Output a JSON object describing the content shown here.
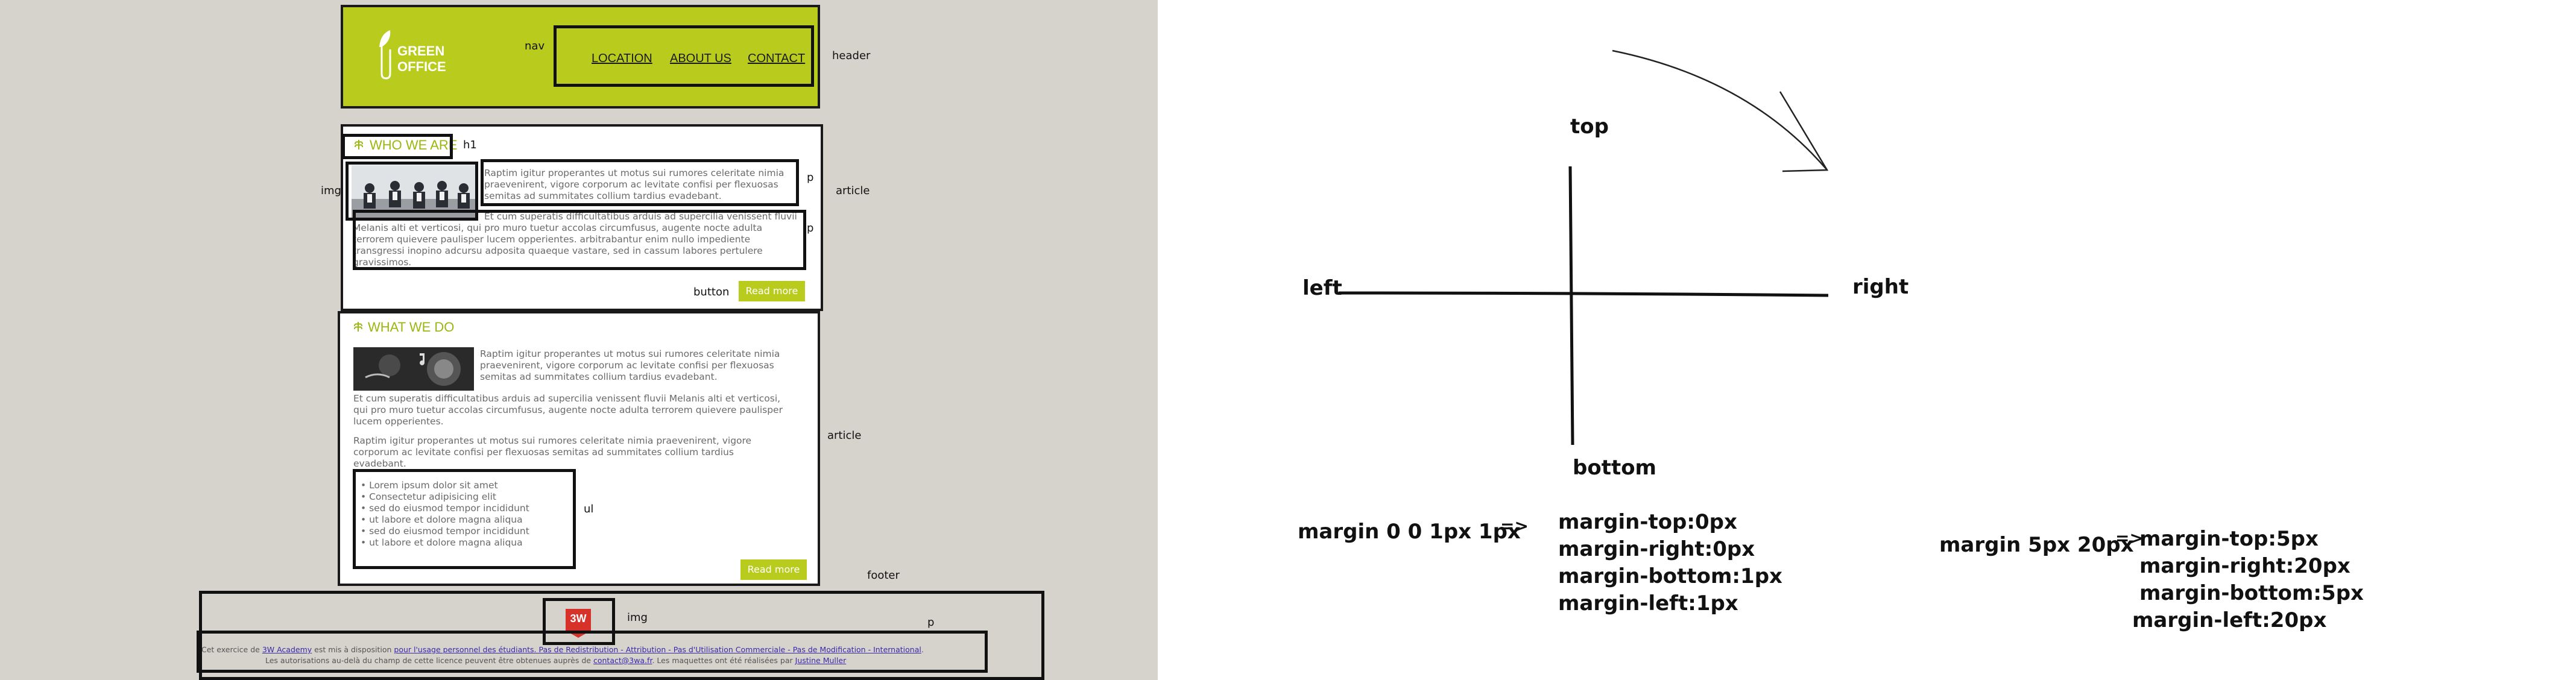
{
  "left": {
    "header": {
      "logo_line1": "GREEN",
      "logo_line2": "OFFICE",
      "nav_items": [
        "LOCATION",
        "ABOUT US",
        "CONTACT"
      ]
    },
    "annotations": {
      "nav": "nav",
      "header": "header",
      "h1": "h1",
      "img": "img",
      "p1": "p",
      "p2": "p",
      "article1": "article",
      "button": "button",
      "article2": "article",
      "ul": "ul",
      "footer": "footer",
      "img_footer": "img",
      "p_footer": "p"
    },
    "who": {
      "title": "WHO WE ARE",
      "p1_lines": [
        "Raptim igitur properantes ut motus sui rumores celeritate nimia",
        "praevenirent, vigore corporum ac levitate confisi per flexuosas",
        "semitas ad summitates collium tardius evadebant."
      ],
      "p2_lines": [
        "Et cum superatis difficultatibus arduis ad supercilia venissent fluvii",
        "Melanis alti et verticosi, qui pro muro tuetur accolas circumfusus, augente nocte adulta",
        "terrorem quievere paulisper lucem opperientes. arbitrabantur enim nullo impediente",
        "transgressi inopino adcursu adposita quaeque vastare, sed in cassum labores pertulere",
        "gravissimos."
      ],
      "button": "Read more"
    },
    "what": {
      "title": "WHAT WE DO",
      "p1_lines": [
        "Raptim igitur properantes ut motus sui rumores celeritate nimia",
        "praevenirent, vigore corporum ac levitate confisi per flexuosas",
        "semitas ad summitates collium tardius evadebant."
      ],
      "p2_lines": [
        "Et cum superatis difficultatibus arduis ad supercilia venissent fluvii Melanis alti et verticosi,",
        "qui pro muro tuetur accolas circumfusus, augente nocte adulta terrorem quievere paulisper",
        "lucem opperientes."
      ],
      "p3_lines": [
        "Raptim igitur properantes ut motus sui rumores celeritate nimia praevenirent, vigore",
        "corporum ac levitate confisi per flexuosas semitas ad summitates collium tardius",
        "evadebant."
      ],
      "list": [
        "Lorem ipsum dolor sit amet",
        "Consectetur adipisicing elit",
        "sed do eiusmod tempor incididunt",
        "ut labore et dolore magna aliqua",
        "sed do eiusmod tempor incididunt",
        "ut labore et dolore magna aliqua"
      ],
      "button": "Read more"
    },
    "footer": {
      "logo_text": "3W",
      "line1_a": "Cet exercice de ",
      "line1_link1": "3W Academy",
      "line1_b": " est mis à disposition ",
      "line1_link2": "pour l'usage personnel des étudiants. Pas de Redistribution - Attribution - Pas d'Utilisation Commerciale - Pas de Modification - International",
      "line1_c": ".",
      "line2_a": "Les autorisations au-delà du champ de cette licence peuvent être obtenues auprès de ",
      "line2_link1": "contact@3wa.fr",
      "line2_b": ". Les maquettes ont été réalisées par ",
      "line2_link2": "Justine Muller"
    }
  },
  "right": {
    "cross": {
      "top": "top",
      "left": "left",
      "right": "right",
      "bottom": "bottom"
    },
    "example1": {
      "shorthand": "margin 0 0 1px 1px",
      "arrow": "=>",
      "lines": [
        "margin-top:0px",
        "margin-right:0px",
        "margin-bottom:1px",
        "margin-left:1px"
      ]
    },
    "example2": {
      "shorthand": "margin 5px 20px",
      "arrow": "=>",
      "lines": [
        "margin-top:5px",
        "margin-right:20px",
        "margin-bottom:5px",
        "margin-left:20px"
      ]
    }
  }
}
